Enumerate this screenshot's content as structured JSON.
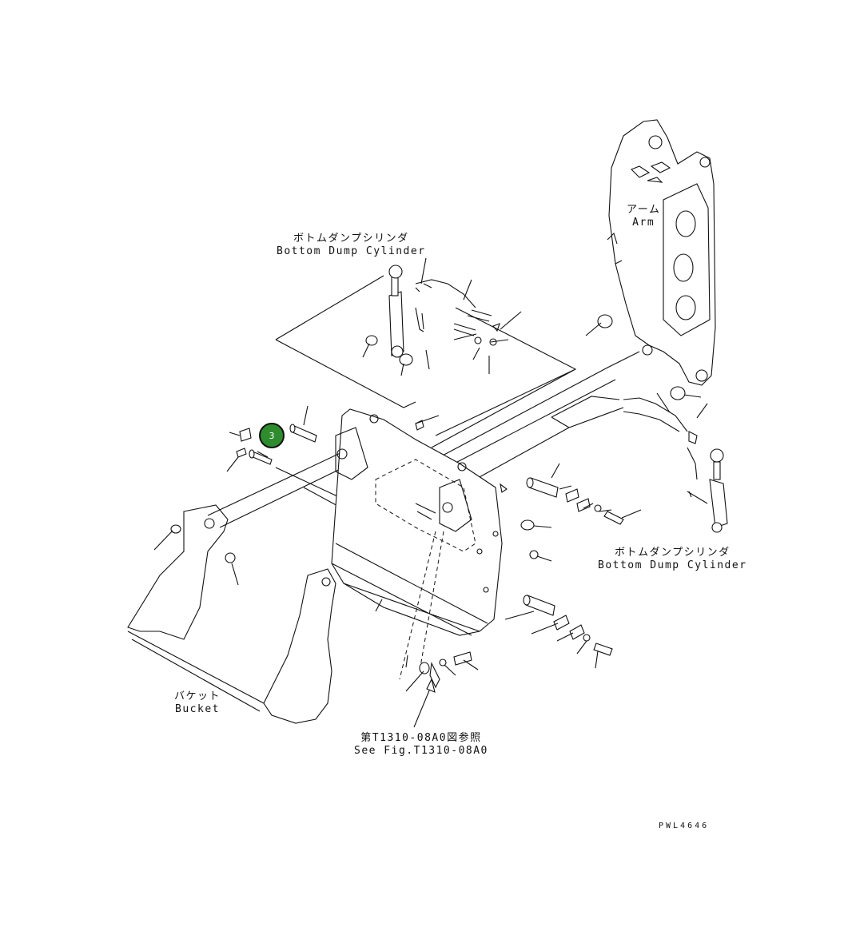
{
  "labels": {
    "bottom_dump_cylinder_top": {
      "jp": "ボトムダンプシリンダ",
      "en": "Bottom Dump Cylinder"
    },
    "arm": {
      "jp": "アーム",
      "en": "Arm"
    },
    "bottom_dump_cylinder_right": {
      "jp": "ボトムダンプシリンダ",
      "en": "Bottom Dump Cylinder"
    },
    "bucket": {
      "jp": "バケット",
      "en": "Bucket"
    },
    "see_fig": {
      "jp": "第T1310-08A0図参照",
      "en": "See Fig.T1310-08A0"
    }
  },
  "drawing_code": "PWL4646",
  "callout": {
    "number": "3",
    "color": "#2e8b2e"
  }
}
